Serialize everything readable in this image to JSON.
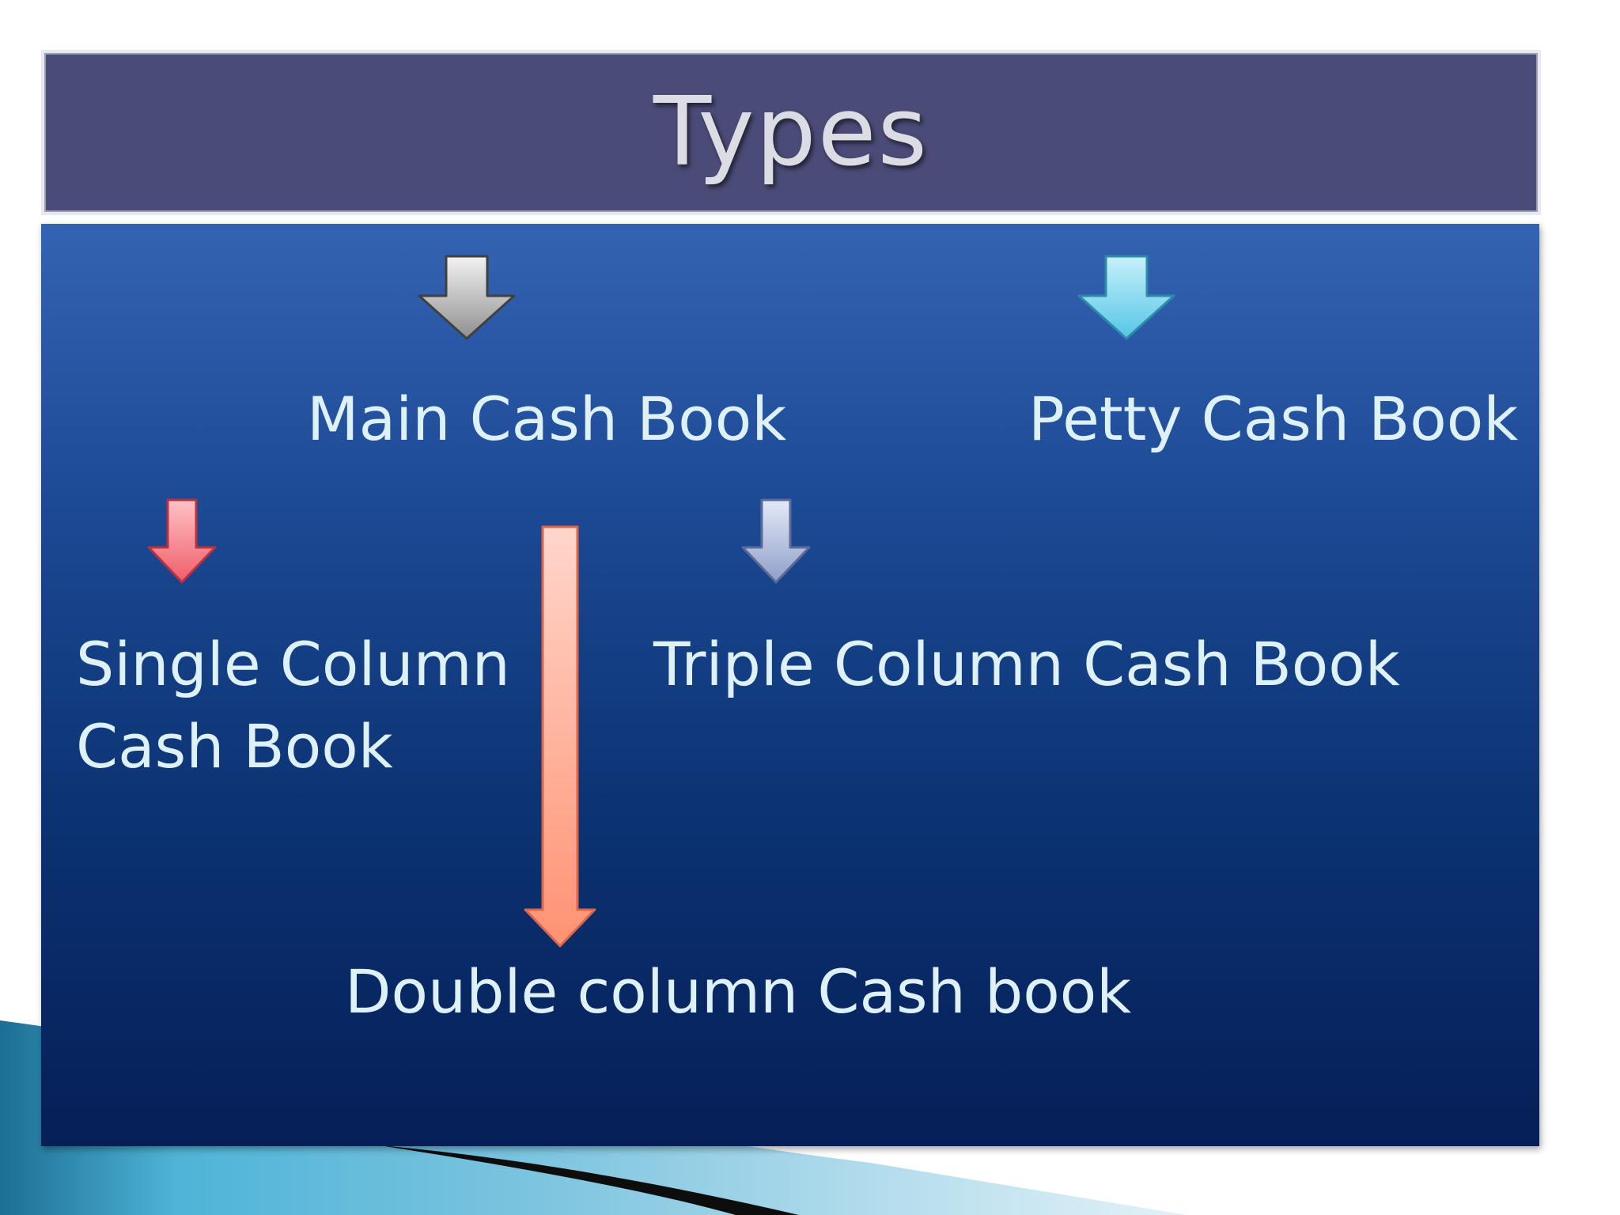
{
  "title": "Types",
  "nodes": {
    "main": "Main Cash Book",
    "petty": "Petty Cash Book",
    "single_line1": "Single Column",
    "single_line2": "Cash Book",
    "triple": "Triple Column Cash Book",
    "double": "Double column Cash book"
  },
  "colors": {
    "title_bar": "#4b4b78",
    "panel_top": "#3463b3",
    "panel_bottom": "#061f57",
    "text": "#ddf1f7",
    "arrow_main": "#c8c8c8",
    "arrow_petty": "#8fdcf0",
    "arrow_single": "#f2707a",
    "arrow_triple": "#b0bcd8",
    "arrow_double": "#ffa488"
  }
}
